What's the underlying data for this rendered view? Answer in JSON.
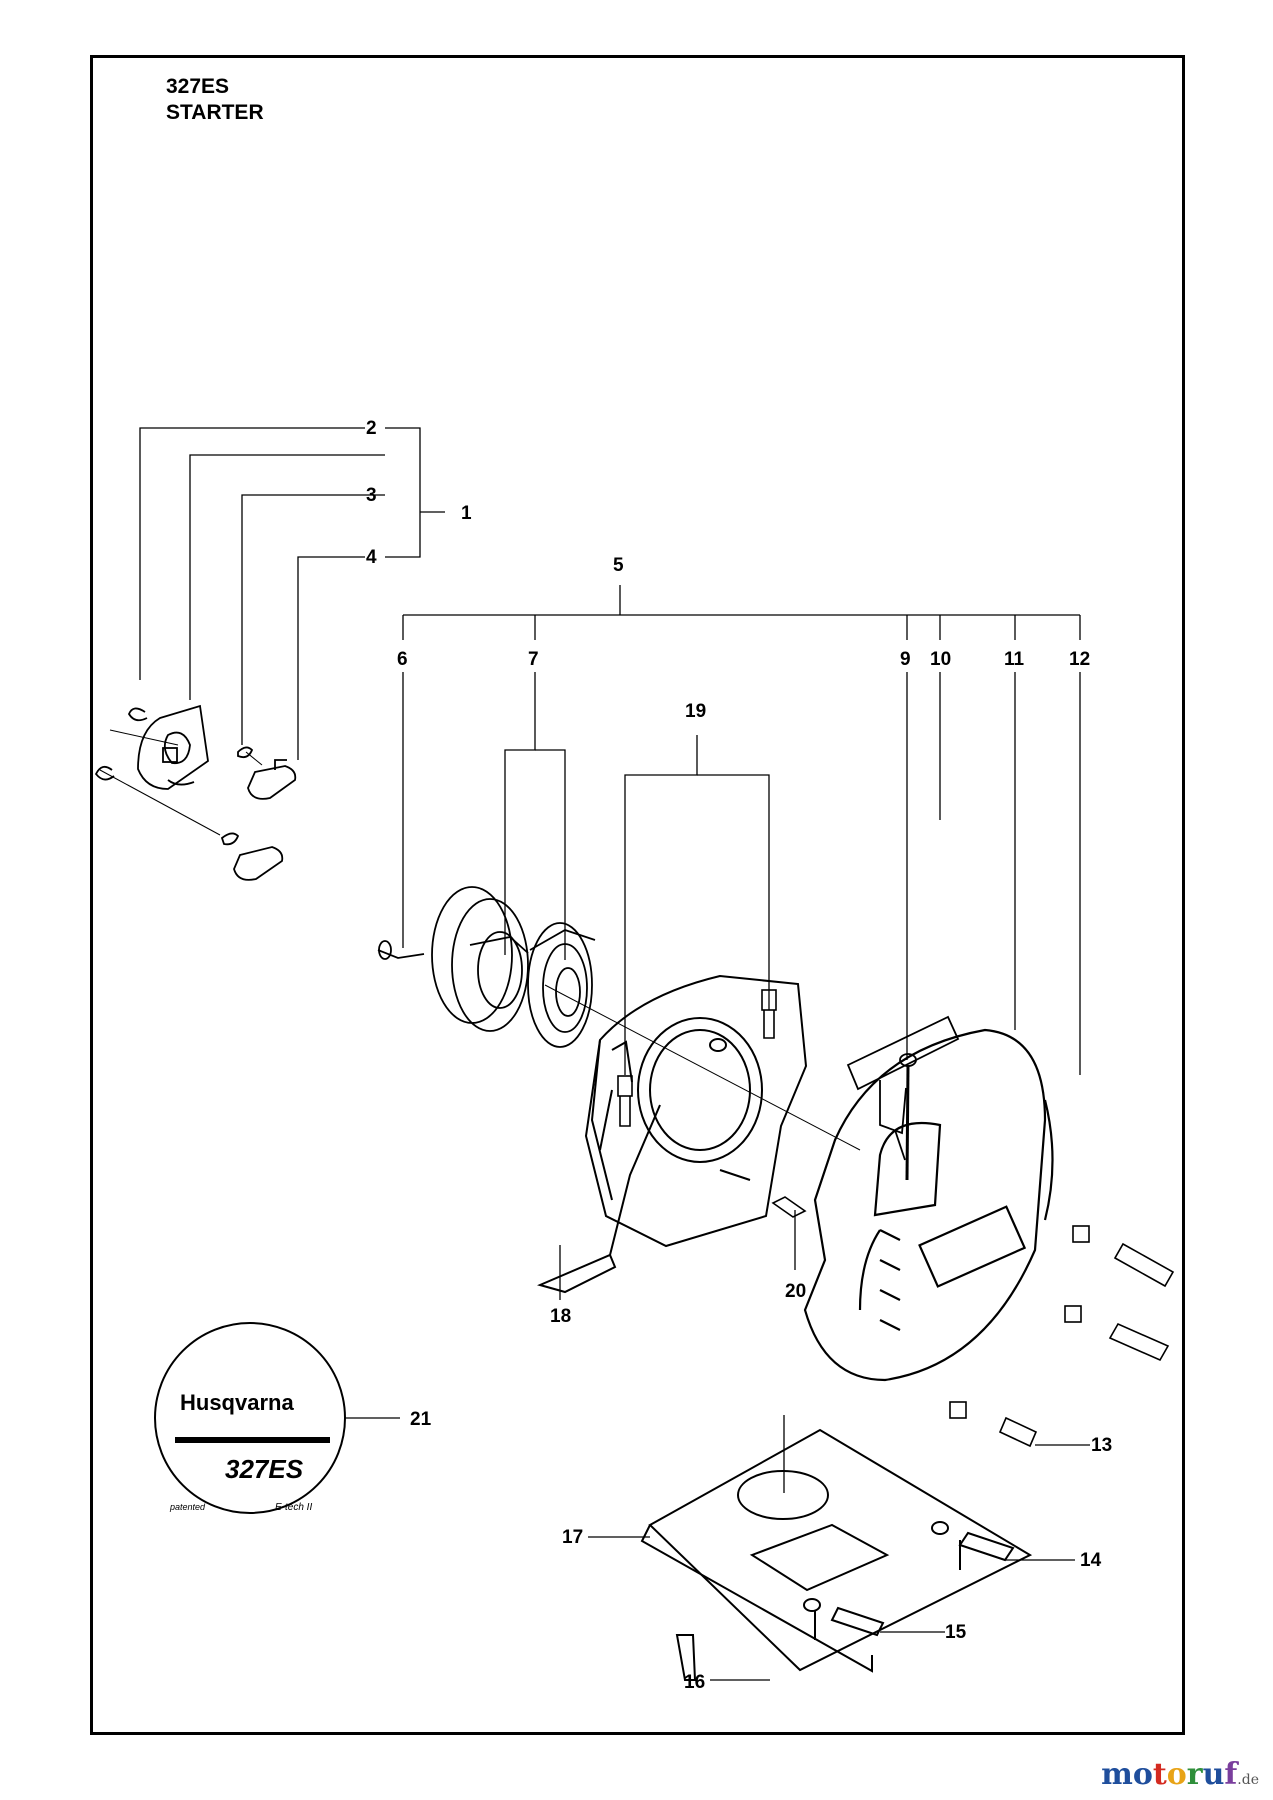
{
  "header": {
    "model": "327ES",
    "section": "STARTER"
  },
  "callouts": [
    "1",
    "2",
    "3",
    "4",
    "5",
    "6",
    "7",
    "9",
    "10",
    "11",
    "12",
    "13",
    "14",
    "15",
    "16",
    "17",
    "18",
    "19",
    "20",
    "21"
  ],
  "decal": {
    "brand": "Husqvarna",
    "model": "327ES",
    "left_note": "patented",
    "right_note": "E-tech II"
  },
  "watermark": {
    "name": "motoruf",
    "tld": ".de",
    "colors": [
      "#1f4e9c",
      "#1f4e9c",
      "#d42a20",
      "#e8a317",
      "#2f8f3a",
      "#1f4e9c",
      "#7a3e9d"
    ]
  }
}
